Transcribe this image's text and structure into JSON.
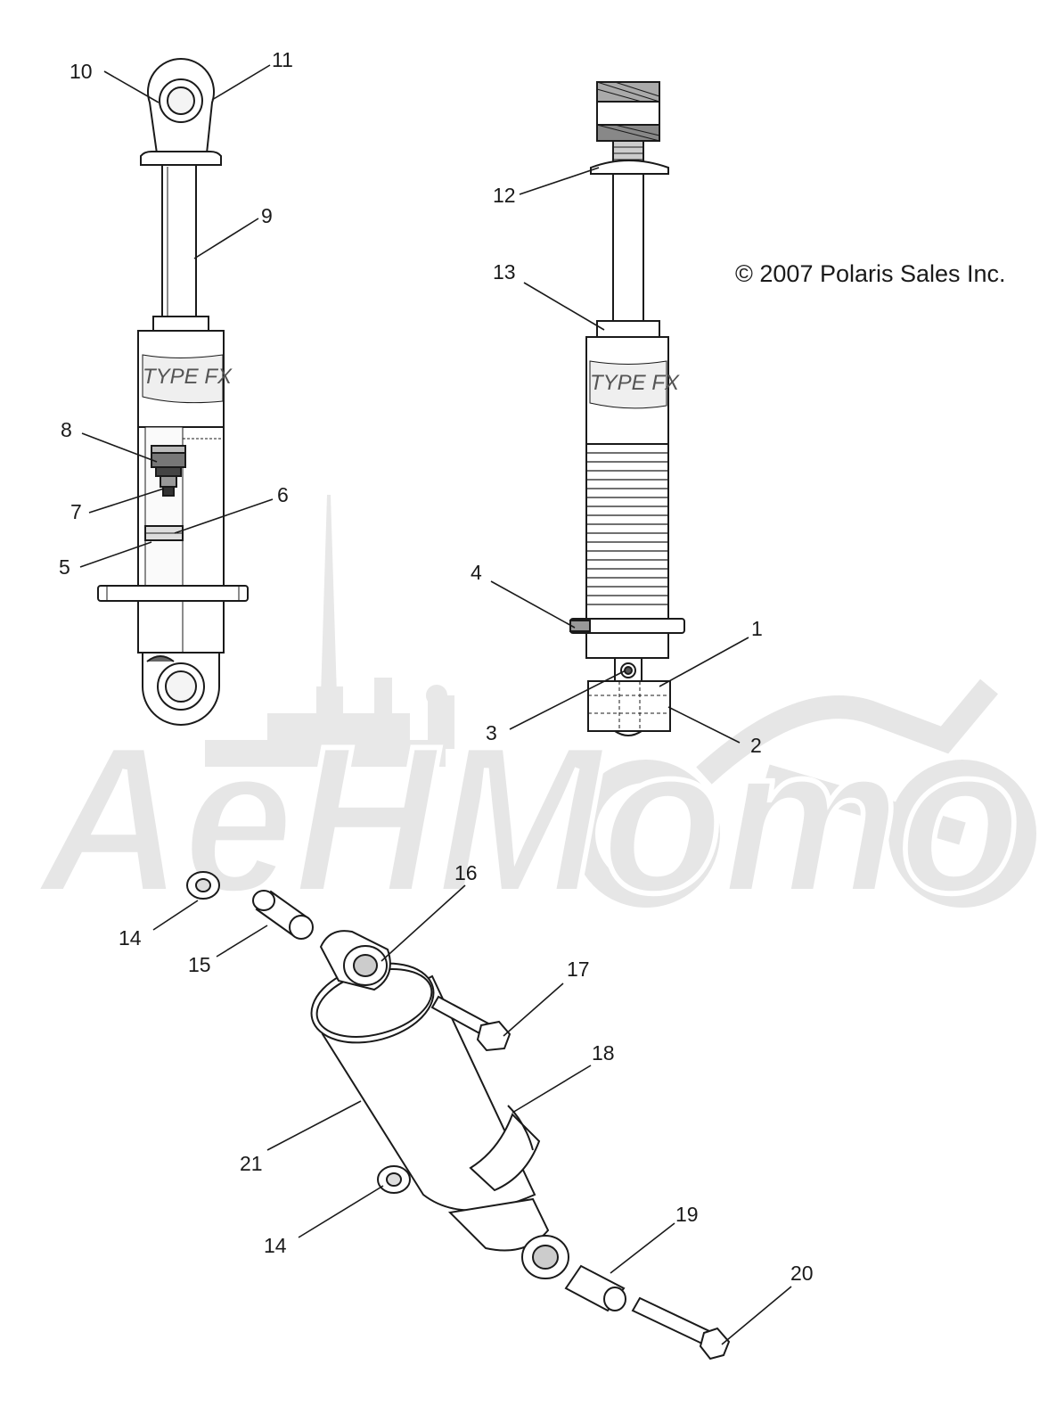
{
  "copyright": "© 2007 Polaris Sales Inc.",
  "watermark": {
    "text": "AeHMomo",
    "color": "#e6e6e6"
  },
  "callouts": [
    {
      "label": "1"
    },
    {
      "label": "2"
    },
    {
      "label": "3"
    },
    {
      "label": "4"
    },
    {
      "label": "5"
    },
    {
      "label": "6"
    },
    {
      "label": "7"
    },
    {
      "label": "8"
    },
    {
      "label": "9"
    },
    {
      "label": "10"
    },
    {
      "label": "11"
    },
    {
      "label": "12"
    },
    {
      "label": "13"
    },
    {
      "label": "14"
    },
    {
      "label": "15"
    },
    {
      "label": "16"
    },
    {
      "label": "17"
    },
    {
      "label": "18"
    },
    {
      "label": "19"
    },
    {
      "label": "20"
    },
    {
      "label": "21"
    },
    {
      "label": "14"
    }
  ],
  "colors": {
    "line": "#1a1a1a",
    "hatch": "#555555",
    "watermark": "#e6e6e6"
  }
}
